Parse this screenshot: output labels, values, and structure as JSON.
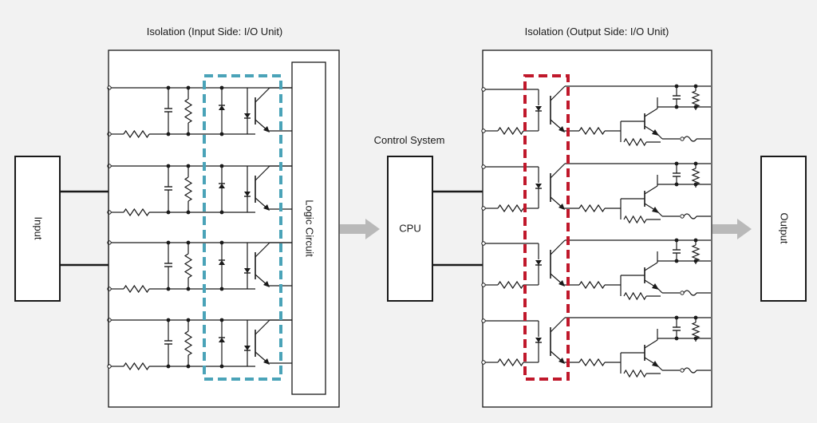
{
  "labels": {
    "input_isolation_title": "Isolation (Input Side: I/O Unit)",
    "output_isolation_title": "Isolation (Output Side: I/O Unit)",
    "control_system": "Control System",
    "input_box": "Input",
    "cpu_box": "CPU",
    "output_box": "Output",
    "logic_circuit": "Logic Circuit"
  },
  "circuit": {
    "input_channel_count": 4,
    "output_channel_count": 4
  },
  "colors": {
    "background": "#f2f2f2",
    "line": "#1a1a1a",
    "input_isolation_highlight": "#4aa3b8",
    "output_isolation_highlight": "#c0182b",
    "flow_arrow": "#b9b9b9"
  },
  "icons": {
    "flow_arrow": "arrow-right-icon",
    "resistor": "resistor-icon",
    "capacitor": "capacitor-icon",
    "photocoupler": "photocoupler-icon",
    "transistor": "transistor-icon",
    "fuse": "fuse-icon"
  }
}
